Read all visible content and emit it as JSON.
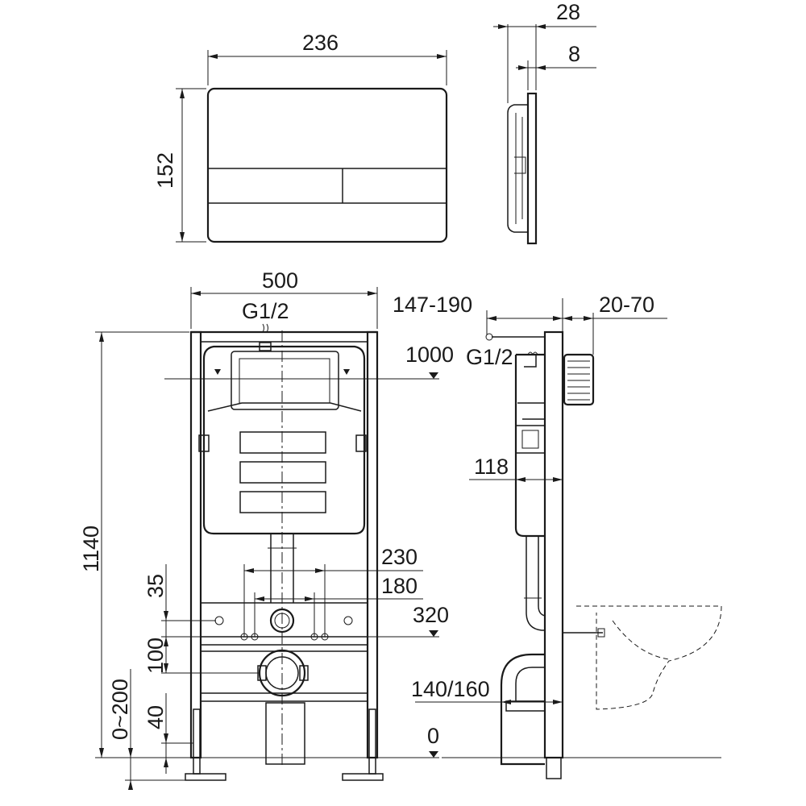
{
  "dimensions": {
    "plate_width": "236",
    "plate_height": "152",
    "plate_depth_total": "28",
    "plate_depth_button": "8",
    "frame_width": "500",
    "frame_height": "1140",
    "water_inlet": "G1/2",
    "water_inlet_side": "G1/2",
    "inlet_height": "1000",
    "wall_gap": "147-190",
    "wall_thickness": "20-70",
    "tank_depth": "118",
    "bolt_spacing_outer": "230",
    "bolt_spacing_inner": "180",
    "bolt_height": "320",
    "offset_35": "35",
    "offset_100": "100",
    "offset_40": "40",
    "floor_adjust": "0~200",
    "outlet_size": "140/160",
    "floor_level": "0"
  }
}
